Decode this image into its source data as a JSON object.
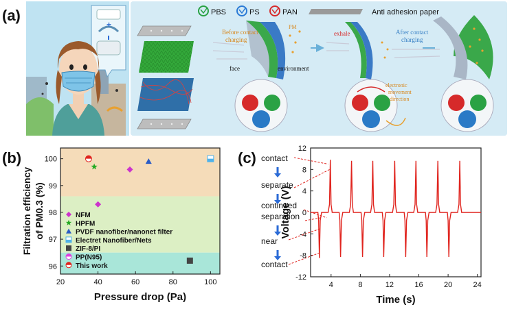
{
  "panel_a": {
    "letter": "(a)",
    "legend": [
      "PBS",
      "PS",
      "PAN"
    ],
    "paper_label": "Anti adhesion paper",
    "before_label_1": "Before contact",
    "before_label_2": "charging",
    "pm_label": "PM",
    "exhale_label": "exhale",
    "after_label_1": "After contact",
    "after_label_2": "charging",
    "face_label": "face",
    "environment_label": "environment",
    "electronic_label_1": "electronic",
    "electronic_label_2": "movement",
    "electronic_label_3": "direction"
  },
  "panel_b": {
    "letter": "(b)",
    "ylabel_1": "Filtration efficiency",
    "ylabel_2": "of PM0.3 (%)",
    "xlabel": "Pressure drop (Pa)"
  },
  "panel_c": {
    "letter": "(c)",
    "steps": [
      "contact",
      "separate",
      "continued",
      "separation",
      "near",
      "contact"
    ],
    "ylabel": "Voltage (V)",
    "xlabel": "Time (s)"
  },
  "chart_data": [
    {
      "type": "scatter",
      "xlim": [
        20,
        105
      ],
      "ylim": [
        95.7,
        100.4
      ],
      "xticks": [
        20,
        40,
        60,
        80,
        100
      ],
      "yticks": [
        96,
        97,
        98,
        99,
        100
      ],
      "xlabel": "Pressure drop (Pa)",
      "ylabel": "Filtration efficiency of PM0.3 (%)",
      "bands": [
        {
          "from": 98.6,
          "to": 100.4,
          "color": "#f5dcb9"
        },
        {
          "from": 96.5,
          "to": 98.6,
          "color": "#dcefc4"
        },
        {
          "from": 95.7,
          "to": 96.5,
          "color": "#a9e6d9"
        }
      ],
      "series": [
        {
          "name": "NFM",
          "marker": "diamond",
          "color": "#cc33cc",
          "points": [
            [
              57,
              99.6
            ],
            [
              40,
              98.3
            ]
          ]
        },
        {
          "name": "HPFM",
          "marker": "star",
          "color": "#22aa22",
          "points": [
            [
              38,
              99.7
            ]
          ]
        },
        {
          "name": "PVDF nanofiber/nanonet filter",
          "marker": "triangle",
          "color": "#2a5cc6",
          "points": [
            [
              67,
              99.9
            ]
          ]
        },
        {
          "name": "Electret Nanofiber/Nets",
          "marker": "halfsquare",
          "color": "#4fb2ea",
          "points": [
            [
              100,
              100.0
            ]
          ]
        },
        {
          "name": "ZIF-8/PI",
          "marker": "square",
          "color": "#444444",
          "points": [
            [
              89,
              96.2
            ]
          ]
        },
        {
          "name": "PP(N95)",
          "marker": "halfcircle",
          "color": "#e040e0",
          "points": []
        },
        {
          "name": "This work",
          "marker": "halfcircle",
          "color": "#e0241e",
          "points": [
            [
              35,
              100.0
            ]
          ]
        }
      ],
      "legend": "left-bottom"
    },
    {
      "type": "line",
      "xlim": [
        1.2,
        24.5
      ],
      "ylim": [
        -12,
        12
      ],
      "xticks": [
        4,
        8,
        12,
        16,
        20,
        24
      ],
      "yticks": [
        -12,
        -8,
        -4,
        0,
        4,
        8,
        12
      ],
      "xlabel": "Time (s)",
      "ylabel": "Voltage (V)",
      "color": "#e0241e",
      "peaks_positive": [
        [
          3.9,
          9.8
        ],
        [
          6.8,
          9.6
        ],
        [
          9.7,
          9.6
        ],
        [
          12.7,
          9.6
        ],
        [
          15.6,
          9.6
        ],
        [
          18.6,
          9.6
        ],
        [
          21.6,
          9.6
        ]
      ],
      "peaks_negative": [
        [
          2.4,
          -8.5
        ],
        [
          5.3,
          -8.3
        ],
        [
          8.3,
          -8.3
        ],
        [
          11.2,
          -8.3
        ],
        [
          14.2,
          -8.3
        ],
        [
          17.1,
          -8.3
        ],
        [
          20.1,
          -8.3
        ]
      ],
      "shoulder": 1.5
    }
  ]
}
